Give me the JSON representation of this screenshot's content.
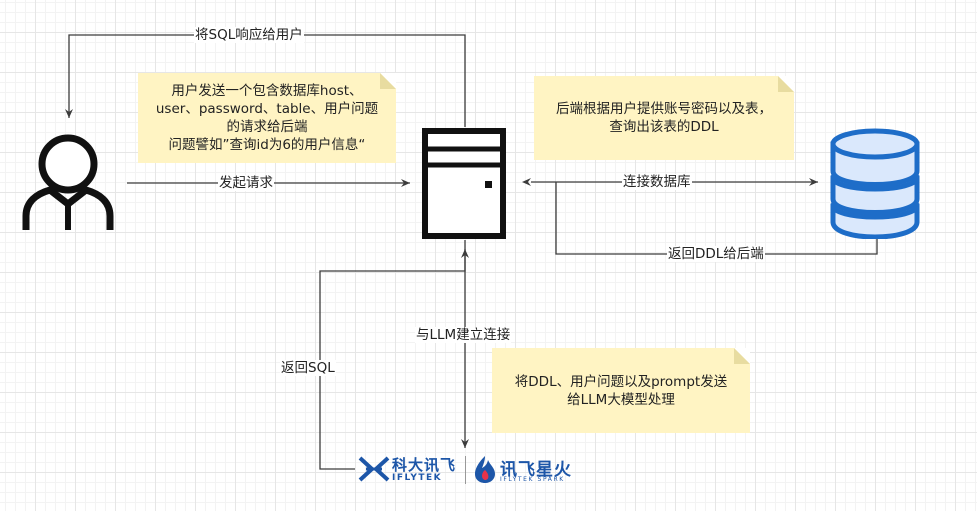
{
  "notes": {
    "user_request": "用户发送一个包含数据库host、\nuser、password、table、用户问题\n的请求给后端\n问题譬如”查询id为6的用户信息“",
    "backend_ddl": "后端根据用户提供账号密码以及表，\n查询出该表的DDL",
    "llm_process": "将DDL、用户问题以及prompt发送\n给LLM大模型处理"
  },
  "edges": {
    "sql_response": "将SQL响应给用户",
    "send_request": "发起请求",
    "connect_db": "连接数据库",
    "return_ddl": "返回DDL给后端",
    "connect_llm": "与LLM建立连接",
    "return_sql": "返回SQL"
  },
  "logos": {
    "iflytek_cn": "科大讯飞",
    "iflytek_en": "IFLYTEK",
    "spark_cn": "讯飞星火",
    "spark_en": "IFLYTEK SPARK"
  },
  "colors": {
    "note_bg": "#fff4c3",
    "db_fill": "#dae8fc",
    "db_stroke": "#1e6dc8",
    "line": "#3c3c3c",
    "logo_blue": "#1d56a8"
  }
}
